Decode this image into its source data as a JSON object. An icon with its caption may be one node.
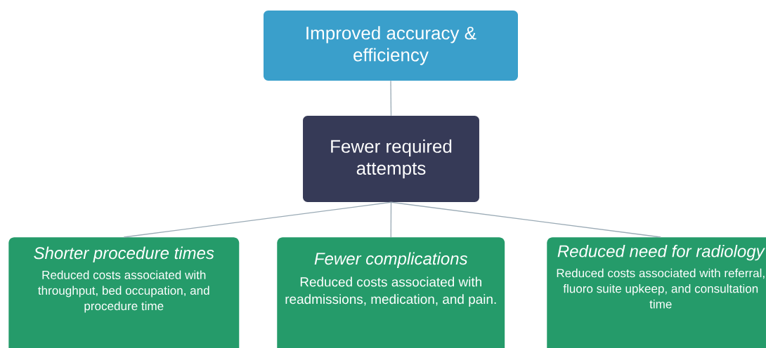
{
  "diagram": {
    "nodes": [
      {
        "text": [
          "Improved accuracy & efficiency"
        ]
      },
      {
        "text": [
          "Fewer required attempts"
        ]
      },
      {
        "text": [
          "Shorter procedure times",
          "Reduced costs associated with throughput, bed occupation, and procedure time"
        ]
      },
      {
        "text": [
          "Fewer complications",
          "Reduced costs associated with readmissions, medication, and pain."
        ]
      },
      {
        "text": [
          "Reduced need for radiology",
          "Reduced costs associated with referral,  fluoro suite upkeep, and consultation time"
        ]
      }
    ],
    "edges": [
      {
        "from": 0,
        "to": 1,
        "arrow": "none"
      },
      {
        "from": 1,
        "to": 2,
        "arrow": "none"
      },
      {
        "from": 1,
        "to": 3,
        "arrow": "none"
      },
      {
        "from": 1,
        "to": 4,
        "arrow": "none"
      }
    ]
  }
}
